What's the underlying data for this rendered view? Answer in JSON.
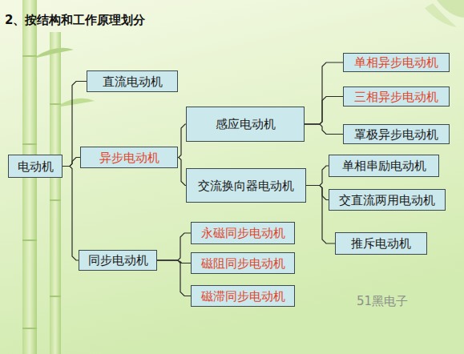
{
  "diagram": {
    "title": "2、按结构和工作原理划分",
    "nodes": [
      {
        "text": [
          "电动机"
        ]
      },
      {
        "text": [
          "直流电动机"
        ]
      },
      {
        "text": [
          "异步电动机"
        ]
      },
      {
        "text": [
          "同步电动机"
        ]
      },
      {
        "text": [
          "感应电动机"
        ]
      },
      {
        "text": [
          "交流换向器电动机"
        ]
      },
      {
        "text": [
          "单相异步电动机"
        ]
      },
      {
        "text": [
          "三相异步电动机"
        ]
      },
      {
        "text": [
          "罩极异步电动机"
        ]
      },
      {
        "text": [
          "单相串励电动机"
        ]
      },
      {
        "text": [
          "交直流两用电动机"
        ]
      },
      {
        "text": [
          "推斥电动机"
        ]
      },
      {
        "text": [
          "永磁同步电动机"
        ]
      },
      {
        "text": [
          "磁阻同步电动机"
        ]
      },
      {
        "text": [
          "磁滞同步电动机"
        ]
      }
    ],
    "edges": [
      {
        "from": 0,
        "to": 1,
        "arrow": "none"
      },
      {
        "from": 0,
        "to": 2,
        "arrow": "none"
      },
      {
        "from": 0,
        "to": 3,
        "arrow": "none"
      },
      {
        "from": 2,
        "to": 4,
        "arrow": "none"
      },
      {
        "from": 2,
        "to": 5,
        "arrow": "none"
      },
      {
        "from": 4,
        "to": 6,
        "arrow": "none"
      },
      {
        "from": 4,
        "to": 7,
        "arrow": "none"
      },
      {
        "from": 4,
        "to": 8,
        "arrow": "none"
      },
      {
        "from": 5,
        "to": 9,
        "arrow": "none"
      },
      {
        "from": 5,
        "to": 10,
        "arrow": "none"
      },
      {
        "from": 5,
        "to": 11,
        "arrow": "none"
      },
      {
        "from": 3,
        "to": 12,
        "arrow": "none"
      },
      {
        "from": 3,
        "to": 13,
        "arrow": "none"
      },
      {
        "from": 3,
        "to": 14,
        "arrow": "none"
      }
    ],
    "labels": [
      "51黑电子"
    ]
  }
}
